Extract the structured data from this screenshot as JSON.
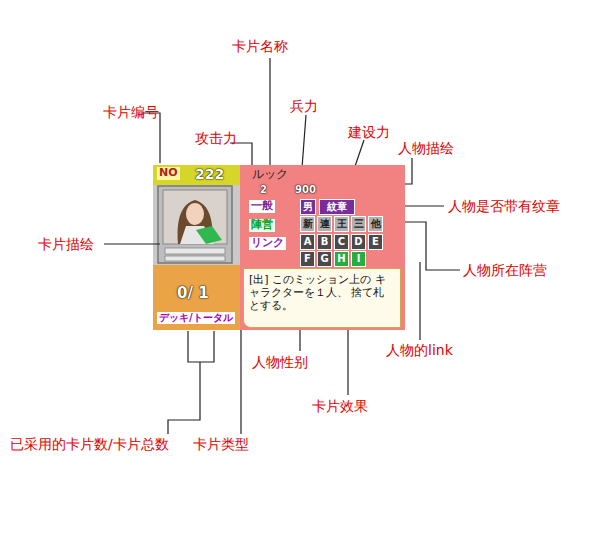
{
  "diagram": {
    "nodes": [
      {
        "text": [
          "NO",
          "222"
        ]
      },
      {
        "text": [
          "0/ 1",
          "デッキ/トータル"
        ]
      },
      {
        "text": [
          "ルック",
          "2",
          "900",
          "一般",
          "陣営",
          "リンク"
        ]
      },
      {
        "text": [
          "男"
        ],
        "in": 2
      },
      {
        "text": [
          "紋章"
        ],
        "in": 2
      },
      {
        "text": [
          "新"
        ],
        "in": 2
      },
      {
        "text": [
          "連"
        ],
        "in": 2
      },
      {
        "text": [
          "王"
        ],
        "in": 2
      },
      {
        "text": [
          "三"
        ],
        "in": 2
      },
      {
        "text": [
          "他"
        ],
        "in": 2
      },
      {
        "text": [
          "A"
        ],
        "in": 2
      },
      {
        "text": [
          "B"
        ],
        "in": 2
      },
      {
        "text": [
          "C"
        ],
        "in": 2
      },
      {
        "text": [
          "D"
        ],
        "in": 2
      },
      {
        "text": [
          "E"
        ],
        "in": 2
      },
      {
        "text": [
          "F"
        ],
        "in": 2
      },
      {
        "text": [
          "G"
        ],
        "in": 2
      },
      {
        "text": [
          "H"
        ],
        "in": 2
      },
      {
        "text": [
          "I"
        ],
        "in": 2
      },
      {
        "text": [
          "[出] このミッション上の キャラクターを１人、 捨て札とする。"
        ],
        "in": 2
      }
    ],
    "labels": [
      "卡片名称",
      "卡片编号",
      "攻击力",
      "兵力",
      "建设力",
      "人物描绘",
      "人物是否带有纹章",
      "卡片描绘",
      "人物所在阵营",
      "人物的link",
      "人物性别",
      "卡片效果",
      "卡片类型",
      "已采用的卡片数/卡片总数"
    ]
  }
}
